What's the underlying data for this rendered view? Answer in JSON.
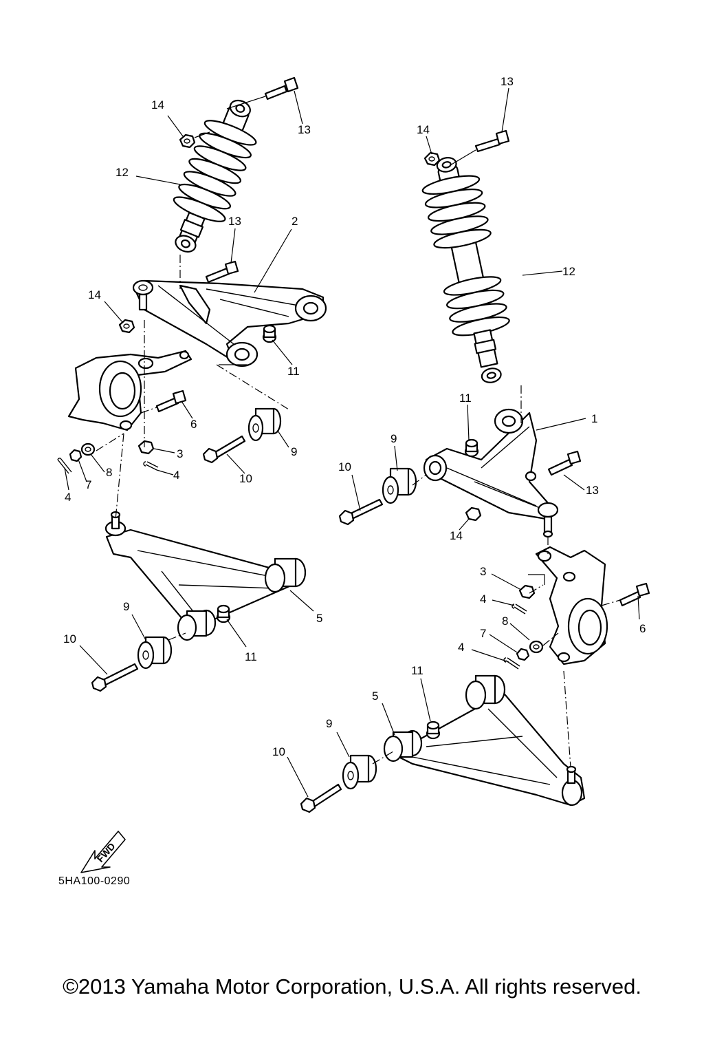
{
  "diagram_code": "5HA100-0290",
  "copyright": "©2013 Yamaha Motor Corporation, U.S.A. All rights reserved.",
  "fwd_label": "FWD",
  "callouts": {
    "l_14a": "14",
    "l_13a": "13",
    "l_12": "12",
    "l_13b": "13",
    "l_2": "2",
    "l_14b": "14",
    "l_11a": "11",
    "l_6": "6",
    "l_3": "3",
    "l_9a": "9",
    "l_8": "8",
    "l_7": "7",
    "l_4a": "4",
    "l_4b": "4",
    "l_10a": "10",
    "l_5": "5",
    "l_9b": "9",
    "l_10b": "10",
    "l_11b": "11",
    "r_13a": "13",
    "r_14a": "14",
    "r_12": "12",
    "r_11a": "11",
    "r_1": "1",
    "r_9a": "9",
    "r_10a": "10",
    "r_13b": "13",
    "r_14b": "14",
    "r_3": "3",
    "r_4a": "4",
    "r_6": "6",
    "r_8": "8",
    "r_7": "7",
    "r_4b": "4",
    "r_11b": "11",
    "r_5": "5",
    "r_9b": "9",
    "r_10b": "10"
  }
}
